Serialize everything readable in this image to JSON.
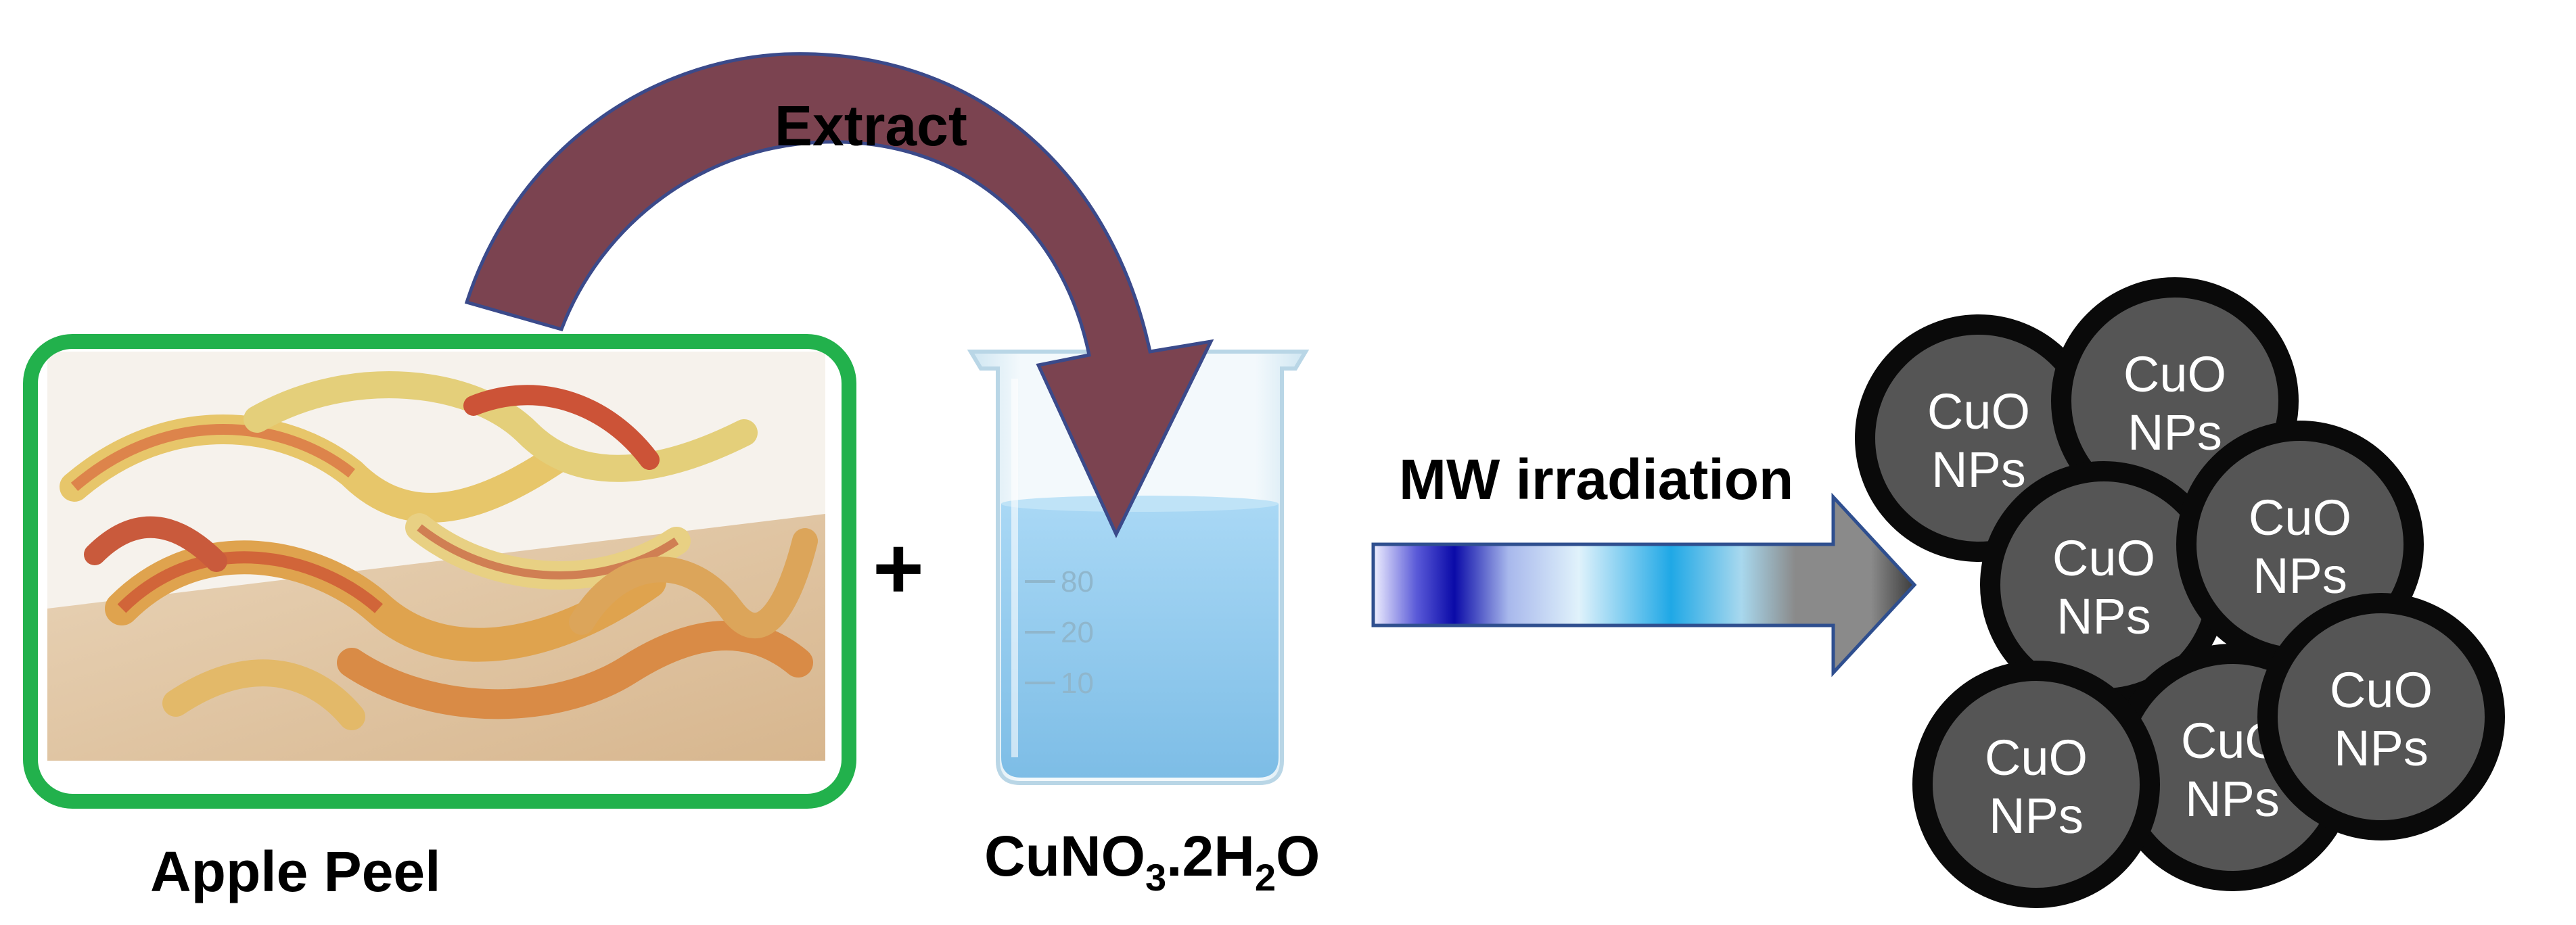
{
  "labels": {
    "extract": "Extract",
    "apple_peel": "Apple Peel",
    "plus": "+",
    "mw_irradiation": "MW irradiation",
    "reagent": {
      "part1": "CuNO",
      "sub1": "3",
      "part2": ".2H",
      "sub2": "2",
      "part3": "O"
    }
  },
  "beaker_ticks": [
    "80",
    "20",
    "10"
  ],
  "nanoparticles": [
    {
      "line1": "CuO",
      "line2": "NPs"
    },
    {
      "line1": "CuO",
      "line2": "NPs"
    },
    {
      "line1": "CuO",
      "line2": "NPs"
    },
    {
      "line1": "CuO",
      "line2": "NPs"
    },
    {
      "line1": "CuO",
      "line2": "NPs"
    },
    {
      "line1": "CuO",
      "line2": "NPs"
    },
    {
      "line1": "CuO",
      "line2": "NPs"
    }
  ],
  "colors": {
    "extract_arrow": "#7b4350",
    "apple_frame": "#22b14c",
    "nanoparticle_fill": "#555555",
    "nanoparticle_border": "#0a0a0a",
    "liquid": "#8fc9ee"
  },
  "icons": [
    "curved-arrow-icon",
    "apple-peel-image",
    "beaker-image",
    "gradient-arrow-icon"
  ]
}
